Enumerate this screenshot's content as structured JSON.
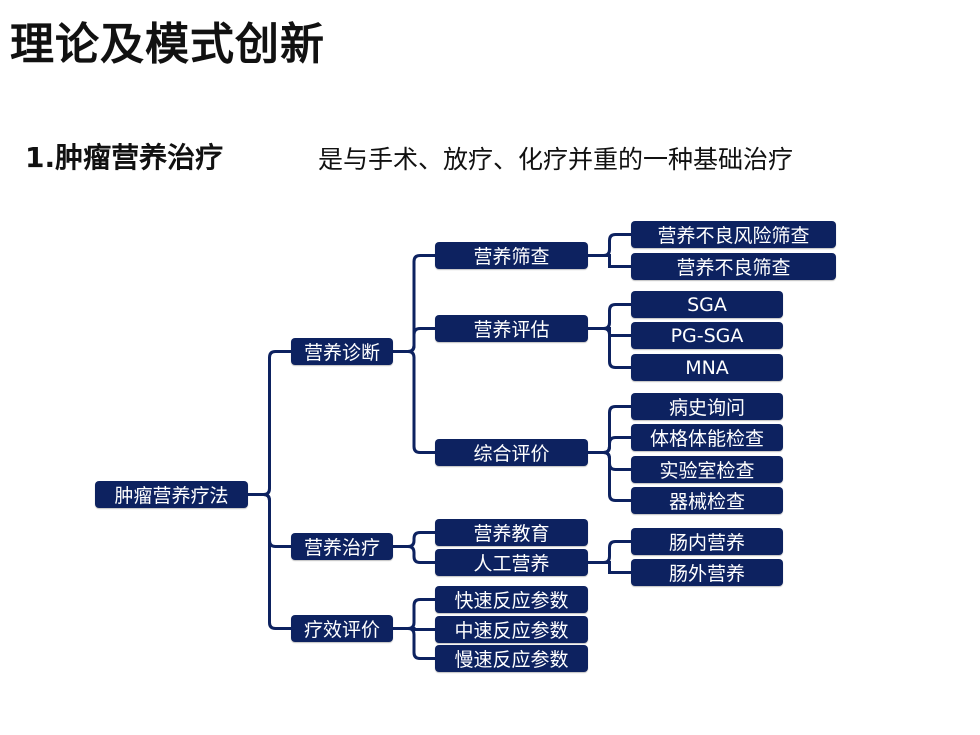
{
  "title": "理论及模式创新",
  "subtitle": "1.肿瘤营养治疗",
  "description": "是与手术、放疗、化疗并重的一种基础治疗",
  "colors": {
    "node_fill": "#0d2260",
    "node_text": "#ffffff"
  },
  "tree": {
    "label": "肿瘤营养疗法",
    "children": [
      {
        "label": "营养诊断",
        "children": [
          {
            "label": "营养筛查",
            "children": [
              {
                "label": "营养不良风险筛查"
              },
              {
                "label": "营养不良筛查"
              }
            ]
          },
          {
            "label": "营养评估",
            "children": [
              {
                "label": "SGA"
              },
              {
                "label": "PG-SGA"
              },
              {
                "label": "MNA"
              }
            ]
          },
          {
            "label": "综合评价",
            "children": [
              {
                "label": "病史询问"
              },
              {
                "label": "体格体能检查"
              },
              {
                "label": "实验室检查"
              },
              {
                "label": "器械检查"
              }
            ]
          }
        ]
      },
      {
        "label": "营养治疗",
        "children": [
          {
            "label": "营养教育"
          },
          {
            "label": "人工营养",
            "children": [
              {
                "label": "肠内营养"
              },
              {
                "label": "肠外营养"
              }
            ]
          }
        ]
      },
      {
        "label": "疗效评价",
        "children": [
          {
            "label": "快速反应参数"
          },
          {
            "label": "中速反应参数"
          },
          {
            "label": "慢速反应参数"
          }
        ]
      }
    ]
  }
}
